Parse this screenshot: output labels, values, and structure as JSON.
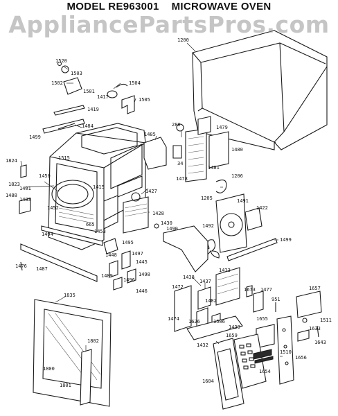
{
  "header": {
    "model": "MODEL RE963001",
    "product": "MICROWAVE OVEN",
    "watermark": "AppliancePartsPros.com"
  },
  "parts": [
    "1200",
    "1520",
    "1503",
    "1502",
    "1501",
    "1504",
    "1417",
    "1505",
    "1419",
    "1484",
    "1499",
    "1824",
    "1823",
    "1401",
    "1488",
    "1483",
    "1515",
    "1450",
    "1415",
    "1452",
    "1494",
    "1453",
    "665",
    "1427",
    "1428",
    "1430",
    "1448",
    "1495",
    "1497",
    "1445",
    "1489",
    "1496",
    "1498",
    "1446",
    "1476",
    "1487",
    "280",
    "1479",
    "1485",
    "34",
    "1478",
    "1480",
    "1481",
    "1206",
    "1205",
    "1491",
    "1422",
    "1490",
    "1492",
    "1499",
    "1433",
    "1438",
    "1437",
    "1472",
    "1673",
    "1477",
    "951",
    "1657",
    "1474",
    "1482",
    "1626",
    "1506",
    "1439",
    "1655",
    "1633",
    "1511",
    "1432",
    "1659",
    "1643",
    "1510",
    "1656",
    "1654",
    "1604",
    "1835",
    "1802",
    "1800",
    "1801"
  ]
}
